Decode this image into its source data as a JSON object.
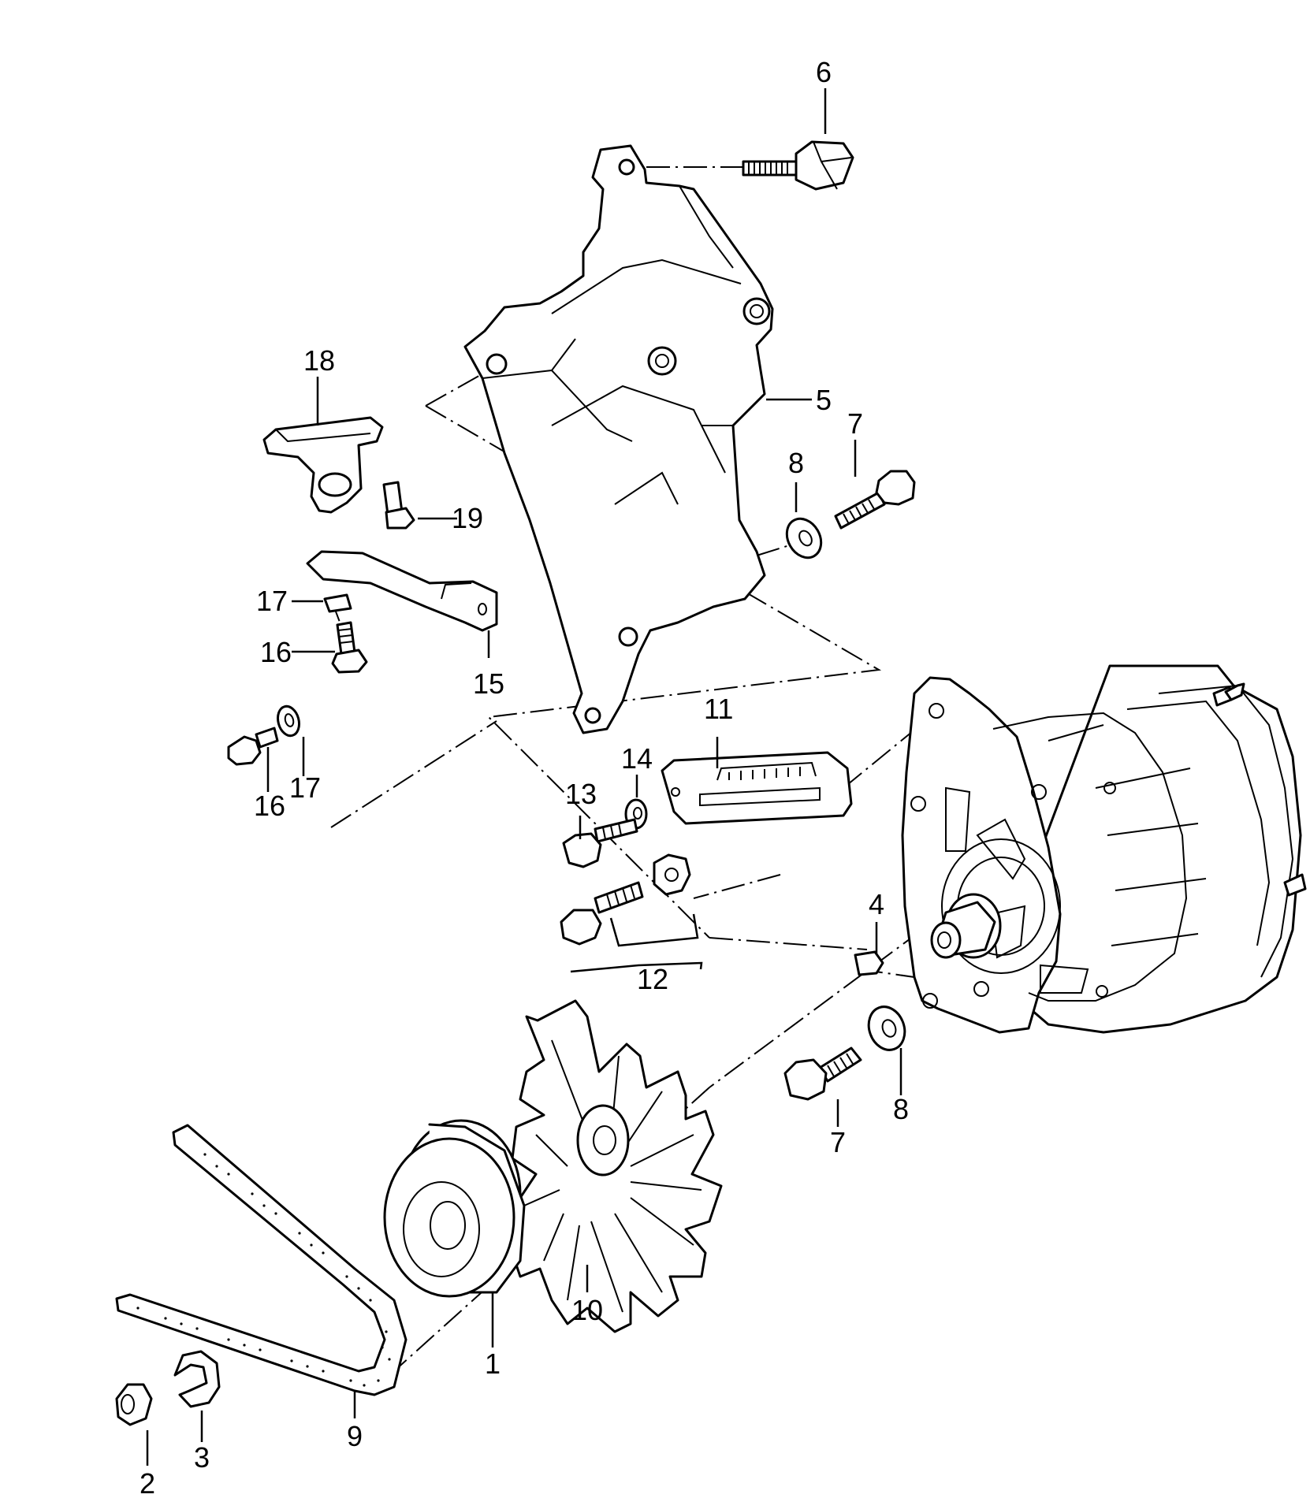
{
  "callouts": {
    "c1": "1",
    "c2": "2",
    "c3": "3",
    "c4": "4",
    "c5": "5",
    "c6": "6",
    "c7a": "7",
    "c7b": "7",
    "c8a": "8",
    "c8b": "8",
    "c9": "9",
    "c10": "10",
    "c11": "11",
    "c12": "12",
    "c13": "13",
    "c14": "14",
    "c15": "15",
    "c16a": "16",
    "c16b": "16",
    "c17a": "17",
    "c17b": "17",
    "c18": "18",
    "c19": "19"
  },
  "colors": {
    "line": "#000000",
    "background": "#ffffff"
  }
}
